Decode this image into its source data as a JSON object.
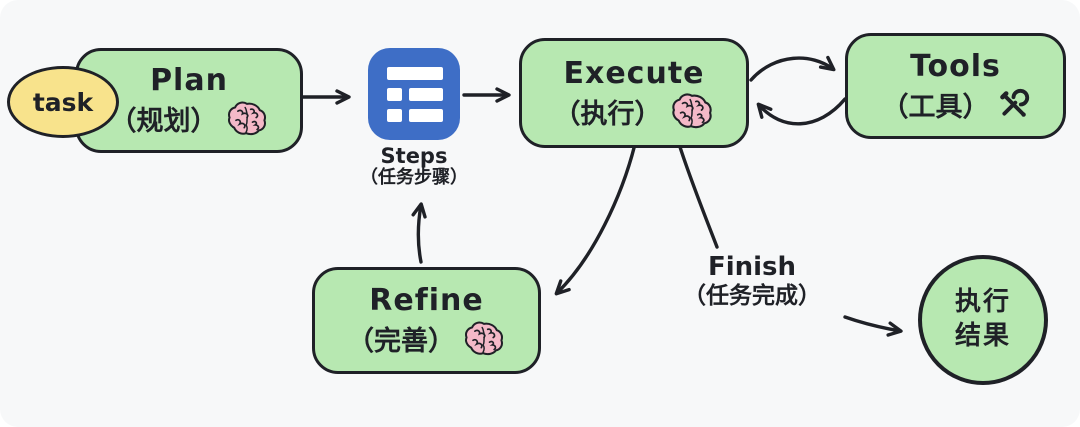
{
  "colors": {
    "background": "#f7f8f9",
    "ink": "#1f2127",
    "node_green": "#b7e8b1",
    "task_yellow": "#f8e38c",
    "steps_blue": "#3e6ec6",
    "brain_pink": "#f4b9c8"
  },
  "nodes": {
    "task": {
      "label": "task"
    },
    "plan": {
      "title": "Plan",
      "subtitle": "（规划）",
      "icon": "brain-icon"
    },
    "steps": {
      "label": "Steps",
      "sublabel": "（任务步骤）",
      "icon": "list-grid-icon"
    },
    "execute": {
      "title": "Execute",
      "subtitle": "（执行）",
      "icon": "brain-icon"
    },
    "tools": {
      "title": "Tools",
      "subtitle": "（工具）",
      "icon": "hammer-wrench-icon"
    },
    "refine": {
      "title": "Refine",
      "subtitle": "（完善）",
      "icon": "brain-icon"
    },
    "finish": {
      "title": "Finish",
      "subtitle": "（任务完成）"
    },
    "result": {
      "line1": "执行",
      "line2": "结果"
    }
  },
  "edges": [
    {
      "from": "task",
      "to": "plan"
    },
    {
      "from": "plan",
      "to": "steps"
    },
    {
      "from": "steps",
      "to": "execute"
    },
    {
      "from": "execute",
      "to": "tools"
    },
    {
      "from": "tools",
      "to": "execute"
    },
    {
      "from": "execute",
      "to": "refine"
    },
    {
      "from": "refine",
      "to": "steps"
    },
    {
      "from": "execute",
      "to": "finish"
    },
    {
      "from": "finish",
      "to": "result"
    }
  ]
}
